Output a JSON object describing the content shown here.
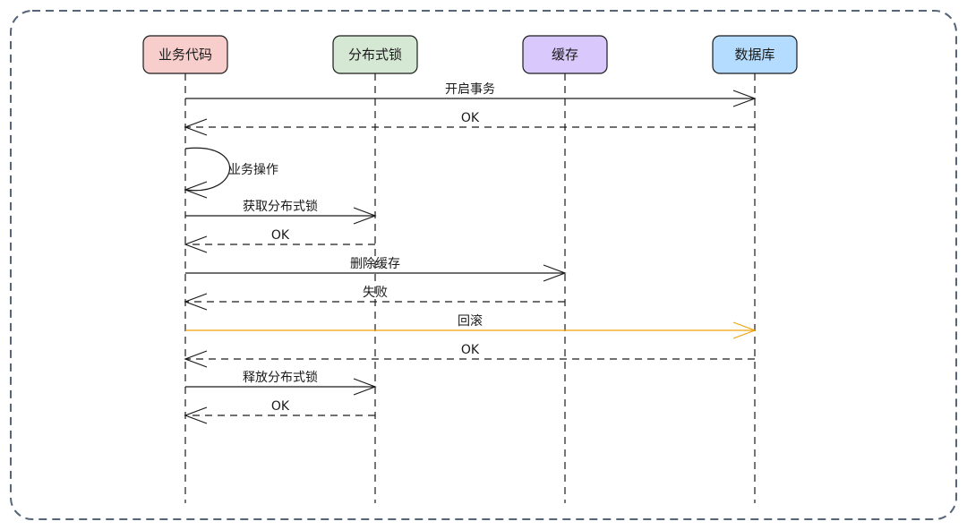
{
  "participants": [
    {
      "id": "biz",
      "label": "业务代码",
      "fill": "#f8cecc"
    },
    {
      "id": "lock",
      "label": "分布式锁",
      "fill": "#d5e8d4"
    },
    {
      "id": "cache",
      "label": "缓存",
      "fill": "#d9c8fb"
    },
    {
      "id": "db",
      "label": "数据库",
      "fill": "#b3dcff"
    }
  ],
  "messages": [
    {
      "from": "biz",
      "to": "db",
      "label": "开启事务",
      "style": "solid"
    },
    {
      "from": "db",
      "to": "biz",
      "label": "OK",
      "style": "dashed"
    },
    {
      "from": "biz",
      "to": "biz",
      "label": "业务操作",
      "style": "self"
    },
    {
      "from": "biz",
      "to": "lock",
      "label": "获取分布式锁",
      "style": "solid"
    },
    {
      "from": "lock",
      "to": "biz",
      "label": "OK",
      "style": "dashed"
    },
    {
      "from": "biz",
      "to": "cache",
      "label": "删除缓存",
      "style": "solid"
    },
    {
      "from": "cache",
      "to": "biz",
      "label": "失败",
      "style": "dashed"
    },
    {
      "from": "biz",
      "to": "db",
      "label": "回滚",
      "style": "solid",
      "color": "#f0a30a"
    },
    {
      "from": "db",
      "to": "biz",
      "label": "OK",
      "style": "dashed"
    },
    {
      "from": "biz",
      "to": "lock",
      "label": "释放分布式锁",
      "style": "solid"
    },
    {
      "from": "lock",
      "to": "biz",
      "label": "OK",
      "style": "dashed"
    }
  ],
  "colors": {
    "line": "#1a1a1a",
    "frame": "#56657a",
    "highlight": "#f0a30a"
  }
}
